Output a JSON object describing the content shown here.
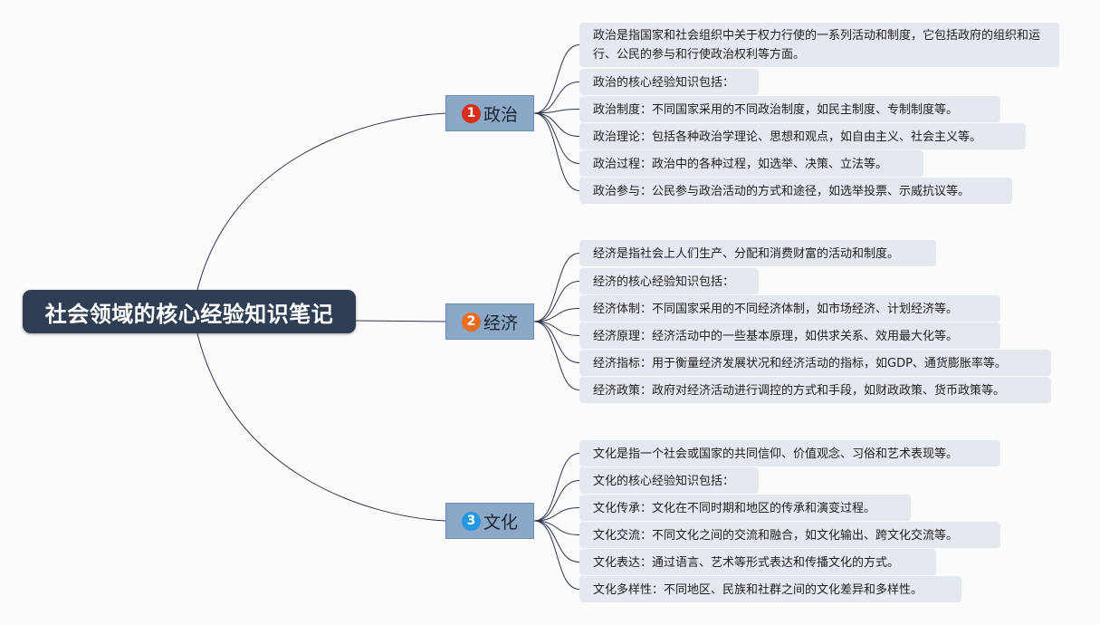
{
  "central": {
    "title": "社会领域的核心经验知识笔记"
  },
  "colors": {
    "central": "#2f3e52",
    "branch": "#8ba8c8",
    "leaf": "#e4e8ef",
    "line": "#2f3550"
  },
  "branches": [
    {
      "number": "1",
      "badge_color": "#d92e1c",
      "label": "政治",
      "leaves": [
        "政治是指国家和社会组织中关于权力行使的一系列活动和制度，它包括政府的组织和运行、公民的参与和行使政治权利等方面。",
        "政治的核心经验知识包括：",
        "政治制度：不同国家采用的不同政治制度，如民主制度、专制制度等。",
        "政治理论：包括各种政治学理论、思想和观点，如自由主义、社会主义等。",
        "政治过程：政治中的各种过程，如选举、决策、立法等。",
        "政治参与：公民参与政治活动的方式和途径，如选举投票、示威抗议等。"
      ]
    },
    {
      "number": "2",
      "badge_color": "#e86d21",
      "label": "经济",
      "leaves": [
        "经济是指社会上人们生产、分配和消费财富的活动和制度。",
        "经济的核心经验知识包括：",
        "经济体制：不同国家采用的不同经济体制，如市场经济、计划经济等。",
        "经济原理：经济活动中的一些基本原理，如供求关系、效用最大化等。",
        "经济指标：用于衡量经济发展状况和经济活动的指标，如GDP、通货膨胀率等。",
        "经济政策：政府对经济活动进行调控的方式和手段，如财政政策、货币政策等。"
      ]
    },
    {
      "number": "3",
      "badge_color": "#2596e0",
      "label": "文化",
      "leaves": [
        "文化是指一个社会或国家的共同信仰、价值观念、习俗和艺术表现等。",
        "文化的核心经验知识包括：",
        "文化传承：文化在不同时期和地区的传承和演变过程。",
        "文化交流：不同文化之间的交流和融合，如文化输出、跨文化交流等。",
        "文化表达：通过语言、艺术等形式表达和传播文化的方式。",
        "文化多样性：不同地区、民族和社群之间的文化差异和多样性。"
      ]
    }
  ]
}
